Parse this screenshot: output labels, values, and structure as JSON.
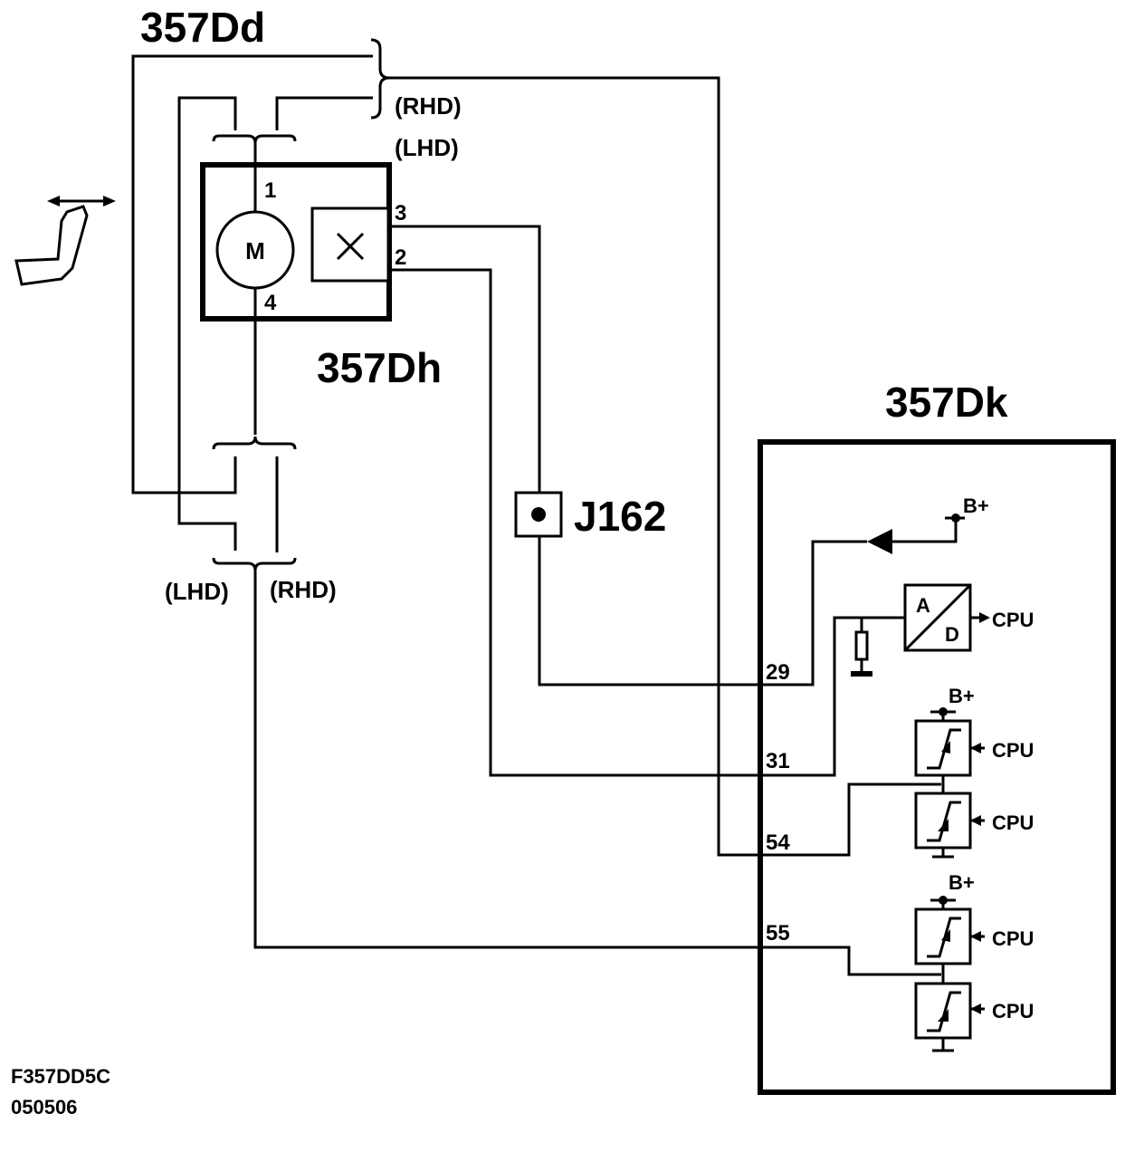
{
  "labels": {
    "seat_switch_ref": "357Dd",
    "motor_ref": "357Dh",
    "module_ref": "357Dk",
    "connector_ref": "J162",
    "motor_symbol": "M",
    "rhd_top": "(RHD)",
    "lhd_top": "(LHD)",
    "lhd_bottom": "(LHD)",
    "rhd_bottom": "(RHD)",
    "figure_id": "F357DD5C",
    "figure_date": "050506"
  },
  "motor_pins": [
    "1",
    "4",
    "3",
    "2"
  ],
  "module_pins": [
    "29",
    "31",
    "54",
    "55"
  ],
  "module_internal": {
    "supply": "B+",
    "cpu": "CPU",
    "adc_a": "A",
    "adc_d": "D"
  }
}
